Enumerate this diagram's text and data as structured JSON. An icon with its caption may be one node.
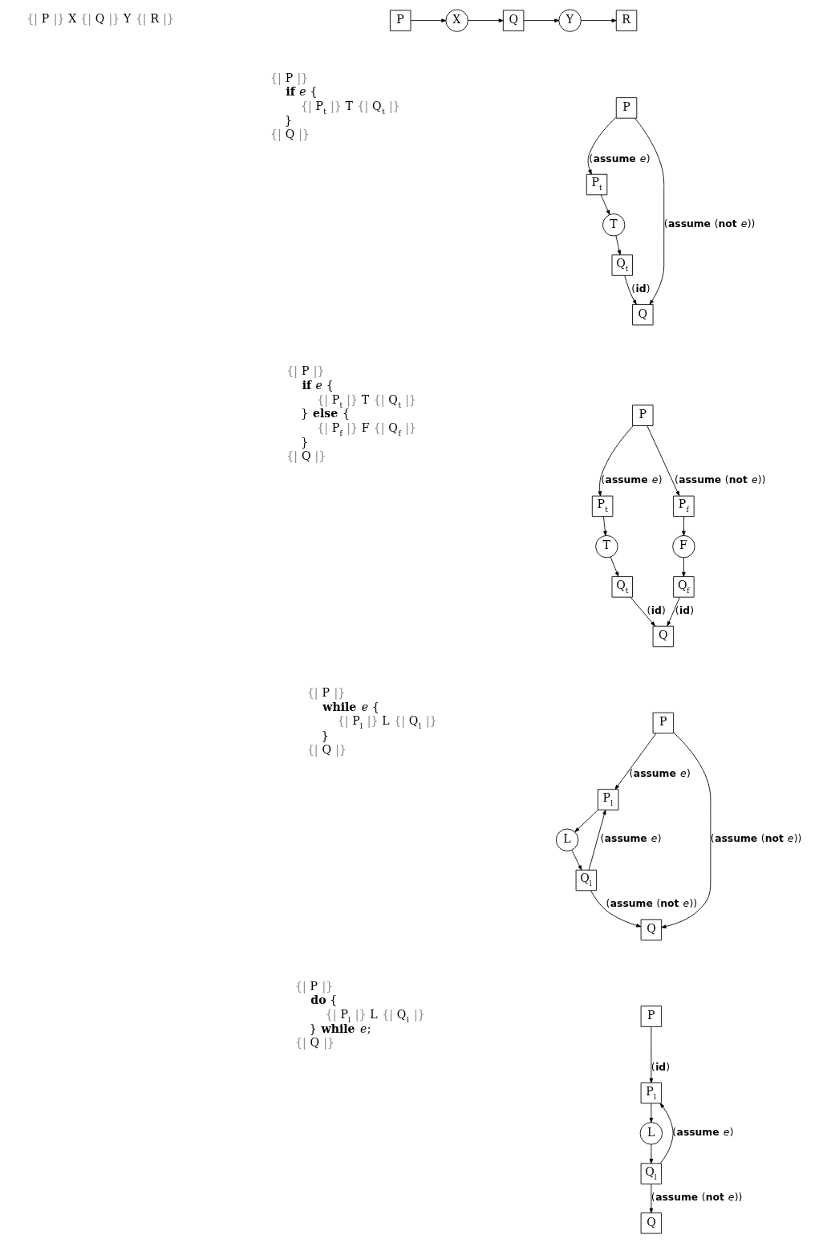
{
  "diagram": {
    "nodes": [
      {
        "text": [
          "P"
        ]
      },
      {
        "text": [
          "X"
        ]
      },
      {
        "text": [
          "Q"
        ]
      },
      {
        "text": [
          "Y"
        ]
      },
      {
        "text": [
          "R"
        ]
      },
      {
        "text": [
          "P"
        ]
      },
      {
        "text": [
          "P$_{t}$"
        ]
      },
      {
        "text": [
          "T"
        ]
      },
      {
        "text": [
          "Q$_{t}$"
        ]
      },
      {
        "text": [
          "Q"
        ]
      },
      {
        "text": [
          "P"
        ]
      },
      {
        "text": [
          "P$_{t}$"
        ]
      },
      {
        "text": [
          "P$_{f}$"
        ]
      },
      {
        "text": [
          "T"
        ]
      },
      {
        "text": [
          "F"
        ]
      },
      {
        "text": [
          "Q$_{t}$"
        ]
      },
      {
        "text": [
          "Q$_{f}$"
        ]
      },
      {
        "text": [
          "Q"
        ]
      },
      {
        "text": [
          "P"
        ]
      },
      {
        "text": [
          "P$_{l}$"
        ]
      },
      {
        "text": [
          "L"
        ]
      },
      {
        "text": [
          "Q$_{l}$"
        ]
      },
      {
        "text": [
          "Q"
        ]
      },
      {
        "text": [
          "P"
        ]
      },
      {
        "text": [
          "P$_{l}$"
        ]
      },
      {
        "text": [
          "L"
        ]
      },
      {
        "text": [
          "Q$_{l}$"
        ]
      },
      {
        "text": [
          "Q"
        ]
      }
    ],
    "edges": [
      {
        "from": 0,
        "to": 1,
        "arrow": "to"
      },
      {
        "from": 1,
        "to": 2,
        "arrow": "to"
      },
      {
        "from": 2,
        "to": 3,
        "arrow": "to"
      },
      {
        "from": 3,
        "to": 4,
        "arrow": "to"
      },
      {
        "from": 5,
        "to": 6,
        "arrow": "to",
        "label": "(**assume** *e*)"
      },
      {
        "from": 6,
        "to": 7,
        "arrow": "to"
      },
      {
        "from": 7,
        "to": 8,
        "arrow": "to"
      },
      {
        "from": 8,
        "to": 9,
        "arrow": "to",
        "label": "(**id**)"
      },
      {
        "from": 5,
        "to": 9,
        "arrow": "to",
        "label": "(**assume** (**not** *e*))"
      },
      {
        "from": 10,
        "to": 11,
        "arrow": "to",
        "label": "(**assume** *e*)"
      },
      {
        "from": 10,
        "to": 12,
        "arrow": "to",
        "label": "(**assume** (**not** *e*))"
      },
      {
        "from": 11,
        "to": 13,
        "arrow": "to"
      },
      {
        "from": 12,
        "to": 14,
        "arrow": "to"
      },
      {
        "from": 13,
        "to": 15,
        "arrow": "to"
      },
      {
        "from": 14,
        "to": 16,
        "arrow": "to"
      },
      {
        "from": 15,
        "to": 17,
        "arrow": "to",
        "label": "(**id**)"
      },
      {
        "from": 16,
        "to": 17,
        "arrow": "to",
        "label": "(**id**)"
      },
      {
        "from": 18,
        "to": 19,
        "arrow": "to",
        "label": "(**assume** *e*)"
      },
      {
        "from": 19,
        "to": 20,
        "arrow": "to"
      },
      {
        "from": 20,
        "to": 21,
        "arrow": "to"
      },
      {
        "from": 21,
        "to": 19,
        "arrow": "to",
        "label": "(**assume** *e*)"
      },
      {
        "from": 18,
        "to": 22,
        "arrow": "to",
        "label": "(**assume** (**not** *e*))"
      },
      {
        "from": 21,
        "to": 22,
        "arrow": "to",
        "label": "(**assume** (**not** *e*))"
      },
      {
        "from": 23,
        "to": 24,
        "arrow": "to",
        "label": "(**id**)"
      },
      {
        "from": 24,
        "to": 25,
        "arrow": "to"
      },
      {
        "from": 25,
        "to": 26,
        "arrow": "to"
      },
      {
        "from": 26,
        "to": 24,
        "arrow": "to",
        "label": "(**assume** *e*)"
      },
      {
        "from": 26,
        "to": 27,
        "arrow": "to",
        "label": "(**assume** (**not** *e*))"
      }
    ],
    "labels": [
      "{| P |} X {| Q |} Y {| R |}",
      "{| P |}",
      "**if** *e* {",
      "{| P$_{t}$ |} T {| Q$_{t}$ |}",
      "}",
      "{| Q |}",
      "{| P |}",
      "**if** *e* {",
      "{| P$_{t}$ |} T {| Q$_{t}$ |}",
      "} **else** {",
      "{| P$_{f}$ |} F {| Q$_{f}$ |}",
      "}",
      "{| Q |}",
      "{| P |}",
      "**while** *e* {",
      "{| P$_{l}$ |} L {| Q$_{l}$ |}",
      "}",
      "{| Q |}",
      "{| P |}",
      "**do** {",
      "{| P$_{l}$ |} L {| Q$_{l}$ |}",
      "} **while** *e*;",
      "{| Q |}"
    ]
  }
}
